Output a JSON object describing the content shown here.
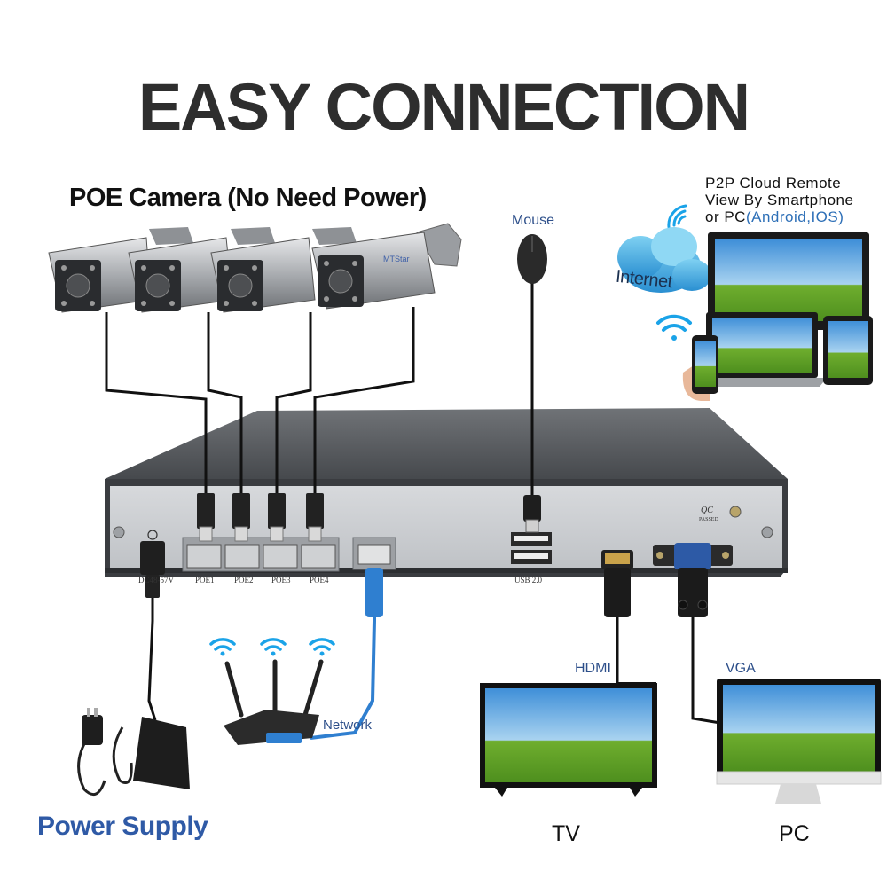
{
  "title": "EASY CONNECTION",
  "cameras": {
    "heading": "POE Camera (No Need Power)",
    "brand": "MTStar"
  },
  "mouse": {
    "label": "Mouse"
  },
  "remote": {
    "line1": "P2P Cloud Remote",
    "line2": "View By Smartphone",
    "line3_prefix": "or PC",
    "line3_highlight": "(Android,IOS)",
    "internet_label": "Internet"
  },
  "nvr": {
    "ports": [
      "POE1",
      "POE2",
      "POE3",
      "POE4"
    ],
    "dc_label": "DC48-57V",
    "usb_label": "USB 2.0",
    "qc_label": "QC",
    "qc_sub": "PASSED"
  },
  "connections": {
    "network_label": "Network",
    "hdmi_label": "HDMI",
    "vga_label": "VGA"
  },
  "devices": {
    "power_supply": "Power Supply",
    "tv": "TV",
    "pc": "PC"
  },
  "colors": {
    "title": "#2e2e2e",
    "label_blue": "#2d4f8a",
    "power_supply_blue": "#2f5aa6",
    "network_cable": "#2f7fd0",
    "wifi": "#1aa3e8",
    "nvr_panel": "#c9ccd0",
    "nvr_top": "#5a5d61"
  }
}
